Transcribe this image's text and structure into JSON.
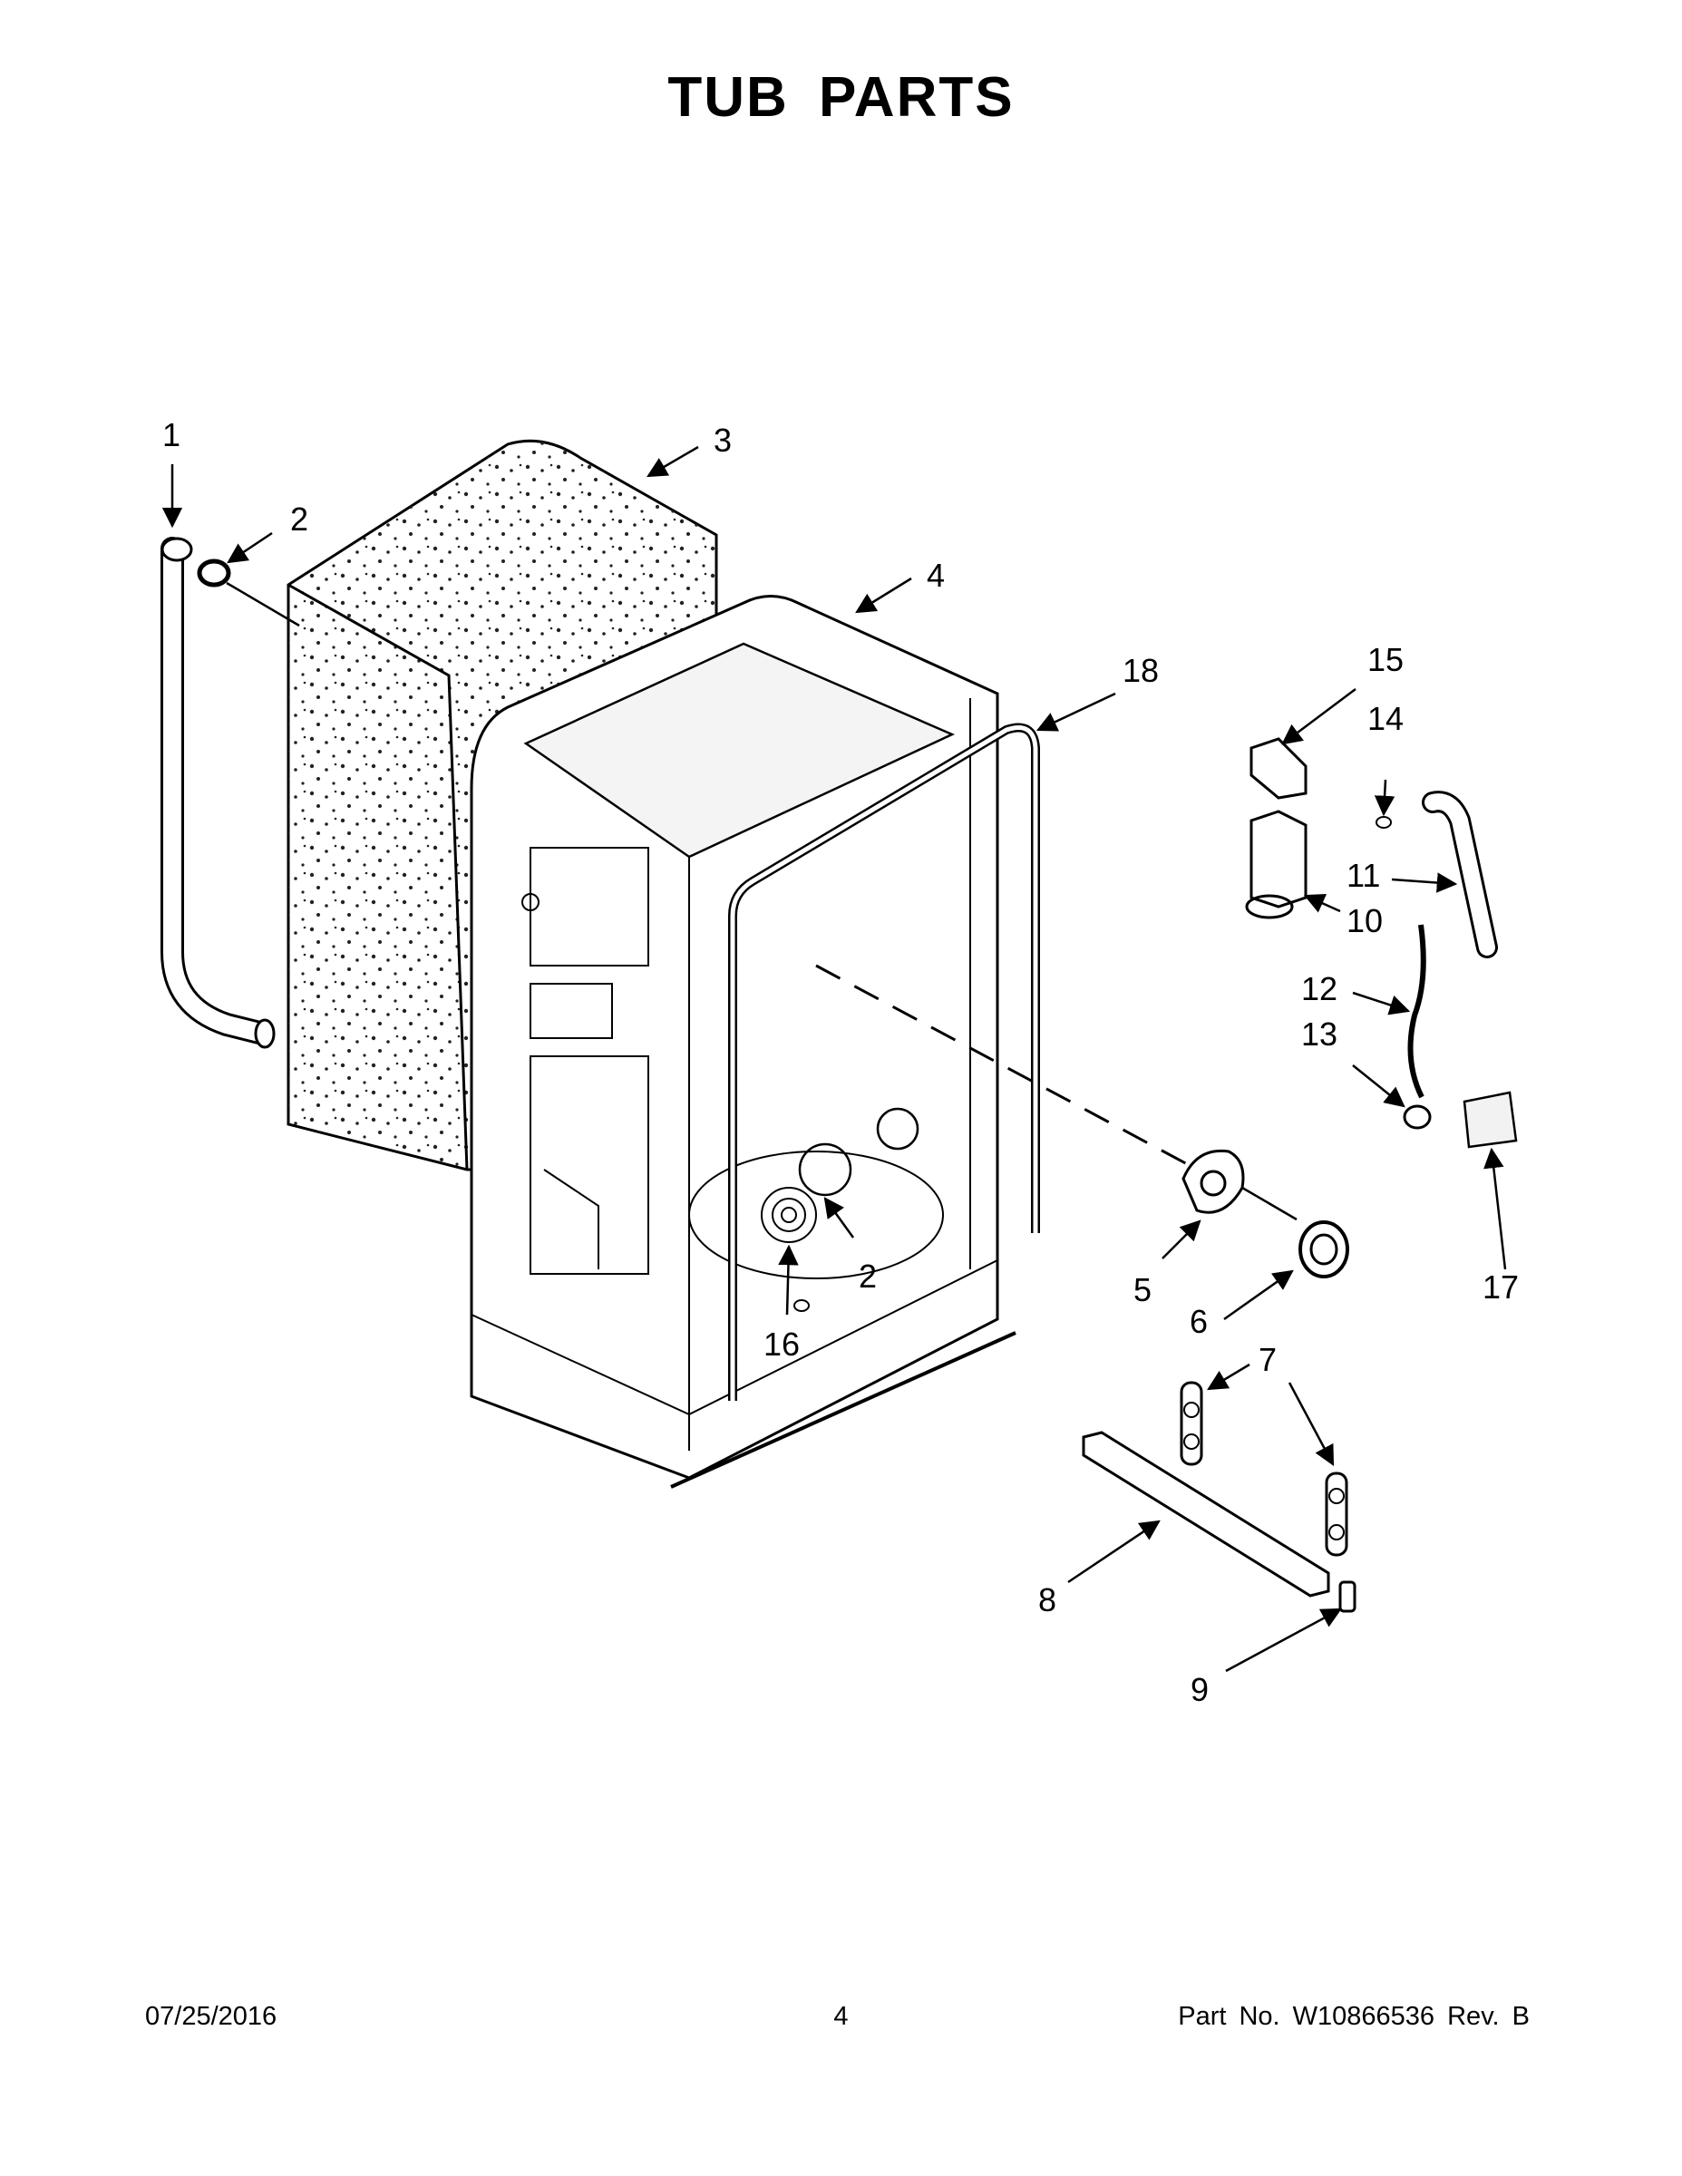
{
  "page": {
    "title": "TUB PARTS",
    "footer_date": "07/25/2016",
    "footer_page": "4",
    "footer_part": "Part No.  W10866536  Rev.  B"
  },
  "callouts": {
    "c1": "1",
    "c2a": "2",
    "c3": "3",
    "c4": "4",
    "c18": "18",
    "c15": "15",
    "c14": "14",
    "c11": "11",
    "c10": "10",
    "c12": "12",
    "c13": "13",
    "c5": "5",
    "c6": "6",
    "c17": "17",
    "c2b": "2",
    "c16": "16",
    "c7": "7",
    "c8": "8",
    "c9": "9"
  }
}
